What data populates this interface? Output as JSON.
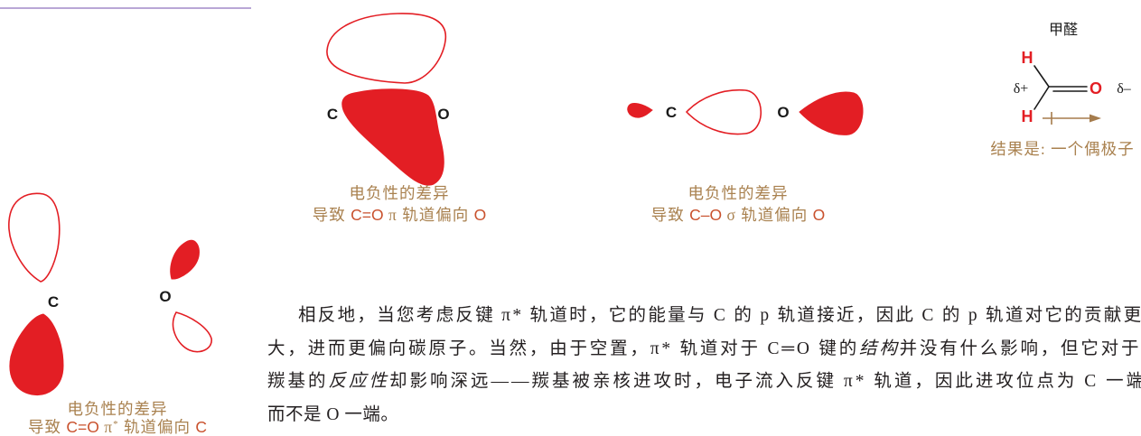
{
  "colors": {
    "orbital_red": "#e31e24",
    "caption_text": "#a9814f",
    "caption_formula": "#c9512d",
    "body_text": "#231f20",
    "label_text": "#1a1a1a",
    "dipole_arrow": "#a57c4d",
    "rule": "#b9a7d6"
  },
  "diagrams": {
    "pi": {
      "carbon": "C",
      "oxygen": "O",
      "caption": {
        "line1": "电负性的差异",
        "prefix": "导致 ",
        "formula": "C=O",
        "middle": " π 轨道偏向 ",
        "target": "O"
      }
    },
    "sigma": {
      "carbon": "C",
      "oxygen": "O",
      "caption": {
        "line1": "电负性的差异",
        "prefix": "导致 ",
        "formula": "C–O",
        "middle": " σ 轨道偏向 ",
        "target": "O"
      }
    },
    "pi_star": {
      "carbon": "C",
      "oxygen": "O",
      "caption": {
        "line1": "电负性的差异",
        "prefix": "导致 ",
        "formula": "C=O",
        "orbital": " π",
        "orbital_mark": "*",
        "middle": " 轨道偏向 ",
        "target": "C"
      }
    },
    "formaldehyde": {
      "title": "甲醛",
      "hydrogen_top": "H",
      "hydrogen_bottom": "H",
      "oxygen": "O",
      "delta_plus": "δ+",
      "delta_minus": "δ–",
      "caption": "结果是: 一个偶极子"
    }
  },
  "paragraph": {
    "line1": {
      "text": "相反地，当您考虑反键 π* 轨道时，它的能量与 C 的 p 轨道接近，因此 C 的 p 轨道对它的贡献更"
    },
    "line2": {
      "before": "大，进而更偏向碳原子。当然，由于空置，π* 轨道对于 C═O 键的",
      "emphasis": "结构",
      "after": "并没有什么影响，但它对于"
    },
    "line3": {
      "before": "羰基的",
      "emphasis": "反应性",
      "after": "却影响深远——羰基被亲核进攻时，电子流入反键 π* 轨道，因此进攻位点为 C 一端"
    },
    "line4": {
      "text": "而不是 O 一端。"
    }
  }
}
